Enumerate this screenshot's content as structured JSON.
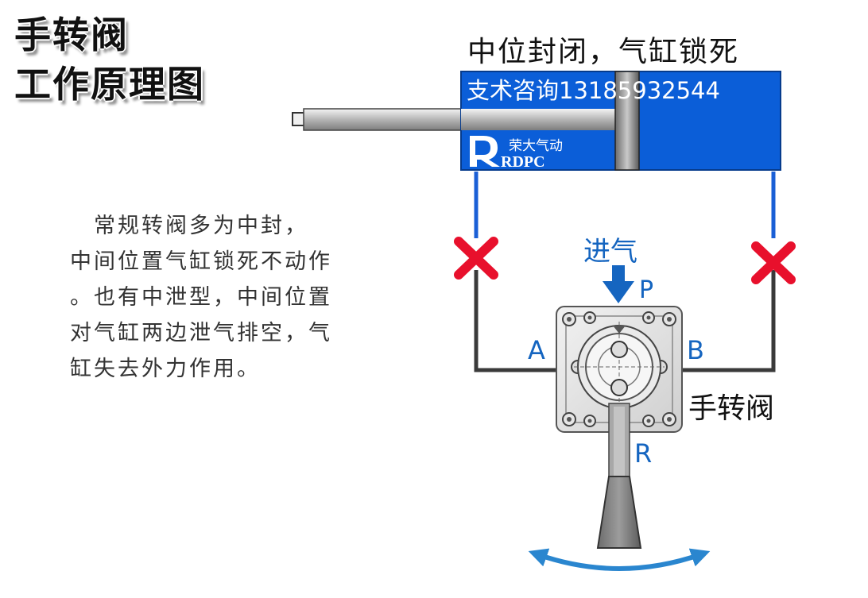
{
  "title": {
    "line1": "手转阀",
    "line2": "工作原理图"
  },
  "heading": "中位封闭，气缸锁死",
  "description": [
    "　常规转阀多为中封，",
    "中间位置气缸锁死不动作",
    "。也有中泄型，中间位置",
    "对气缸两边泄气排空，气",
    "缸失去外力作用。"
  ],
  "cylinder": {
    "contact_text": "支术咨询13185932544",
    "logo_cn": "荣大气动",
    "logo_en": "RDPC"
  },
  "labels": {
    "air_inlet": "进气",
    "port_p": "P",
    "port_a": "A",
    "port_b": "B",
    "port_r": "R",
    "valve": "手转阀"
  },
  "colors": {
    "cylinder_blue": "#0b5ed8",
    "label_blue": "#1565c0",
    "cross_red": "#e8102c",
    "pipe_blue": "#1a5fd6",
    "pipe_dark": "#3a3a3a",
    "arrow_blue": "#2a86cf"
  }
}
